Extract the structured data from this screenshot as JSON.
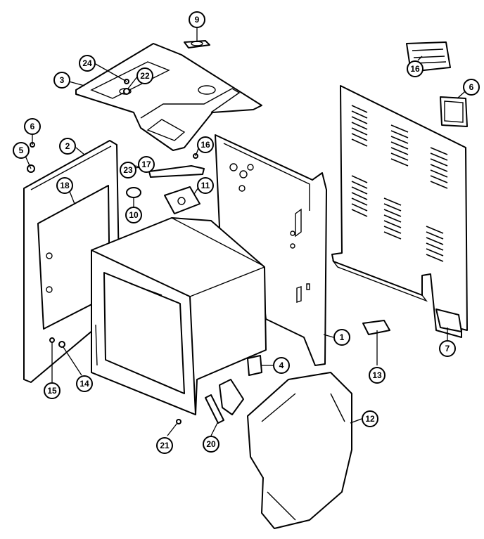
{
  "diagram": {
    "callouts": [
      {
        "id": "c9",
        "label": "9"
      },
      {
        "id": "c24",
        "label": "24"
      },
      {
        "id": "c22",
        "label": "22"
      },
      {
        "id": "c3",
        "label": "3"
      },
      {
        "id": "c16a",
        "label": "16"
      },
      {
        "id": "c6a",
        "label": "6"
      },
      {
        "id": "c6b",
        "label": "6"
      },
      {
        "id": "c5",
        "label": "5"
      },
      {
        "id": "c2",
        "label": "2"
      },
      {
        "id": "c18",
        "label": "18"
      },
      {
        "id": "c16b",
        "label": "16"
      },
      {
        "id": "c17",
        "label": "17"
      },
      {
        "id": "c23",
        "label": "23"
      },
      {
        "id": "c11",
        "label": "11"
      },
      {
        "id": "c10",
        "label": "10"
      },
      {
        "id": "c1",
        "label": "1"
      },
      {
        "id": "c13",
        "label": "13"
      },
      {
        "id": "c7",
        "label": "7"
      },
      {
        "id": "c15",
        "label": "15"
      },
      {
        "id": "c14",
        "label": "14"
      },
      {
        "id": "c4",
        "label": "4"
      },
      {
        "id": "c12",
        "label": "12"
      },
      {
        "id": "c21",
        "label": "21"
      },
      {
        "id": "c20",
        "label": "20"
      }
    ]
  }
}
